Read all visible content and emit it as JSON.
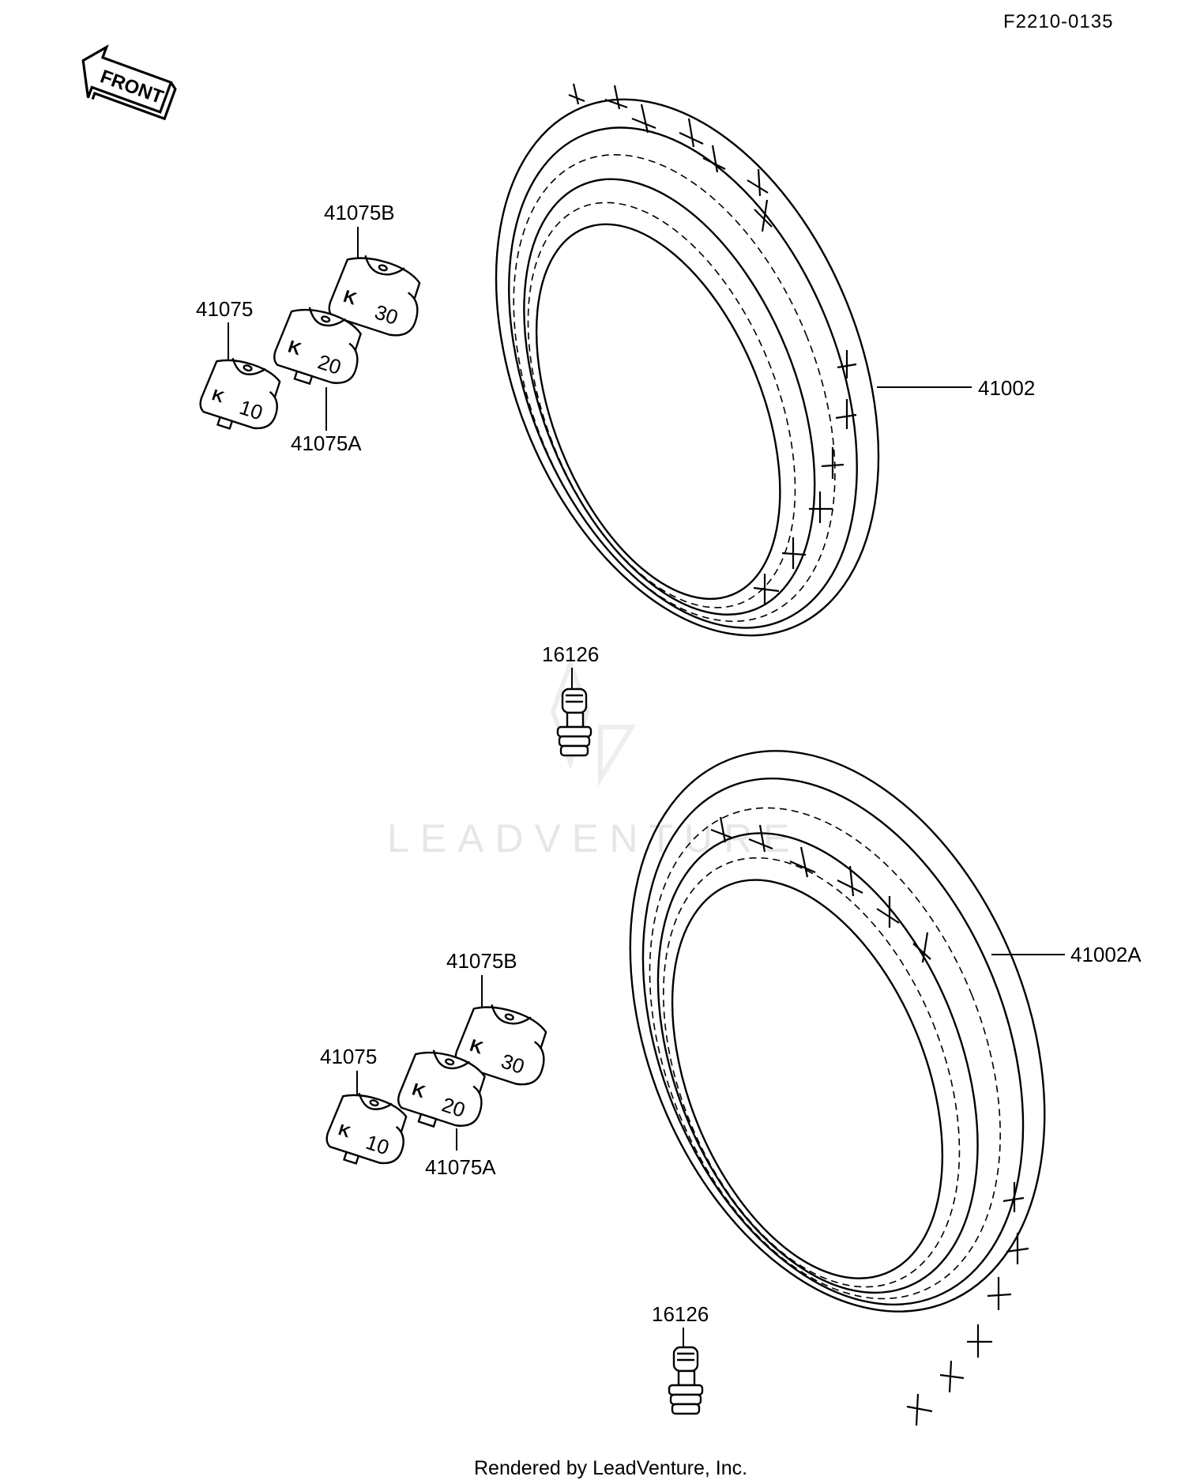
{
  "diagram_code": "F2210-0135",
  "front_arrow_label": "FRONT",
  "watermark": "LEADVENTURE",
  "footer": "Rendered by LeadVenture, Inc.",
  "labels": {
    "tire_front": "41002",
    "tire_rear": "41002A",
    "valve_top": "16126",
    "valve_bottom": "16126",
    "weight_10_top": "41075",
    "weight_20_top": "41075A",
    "weight_30_top": "41075B",
    "weight_10_bottom": "41075",
    "weight_20_bottom": "41075A",
    "weight_30_bottom": "41075B"
  },
  "weight_markings": {
    "brand": "K",
    "w10": "10",
    "w20": "20",
    "w30": "30"
  }
}
